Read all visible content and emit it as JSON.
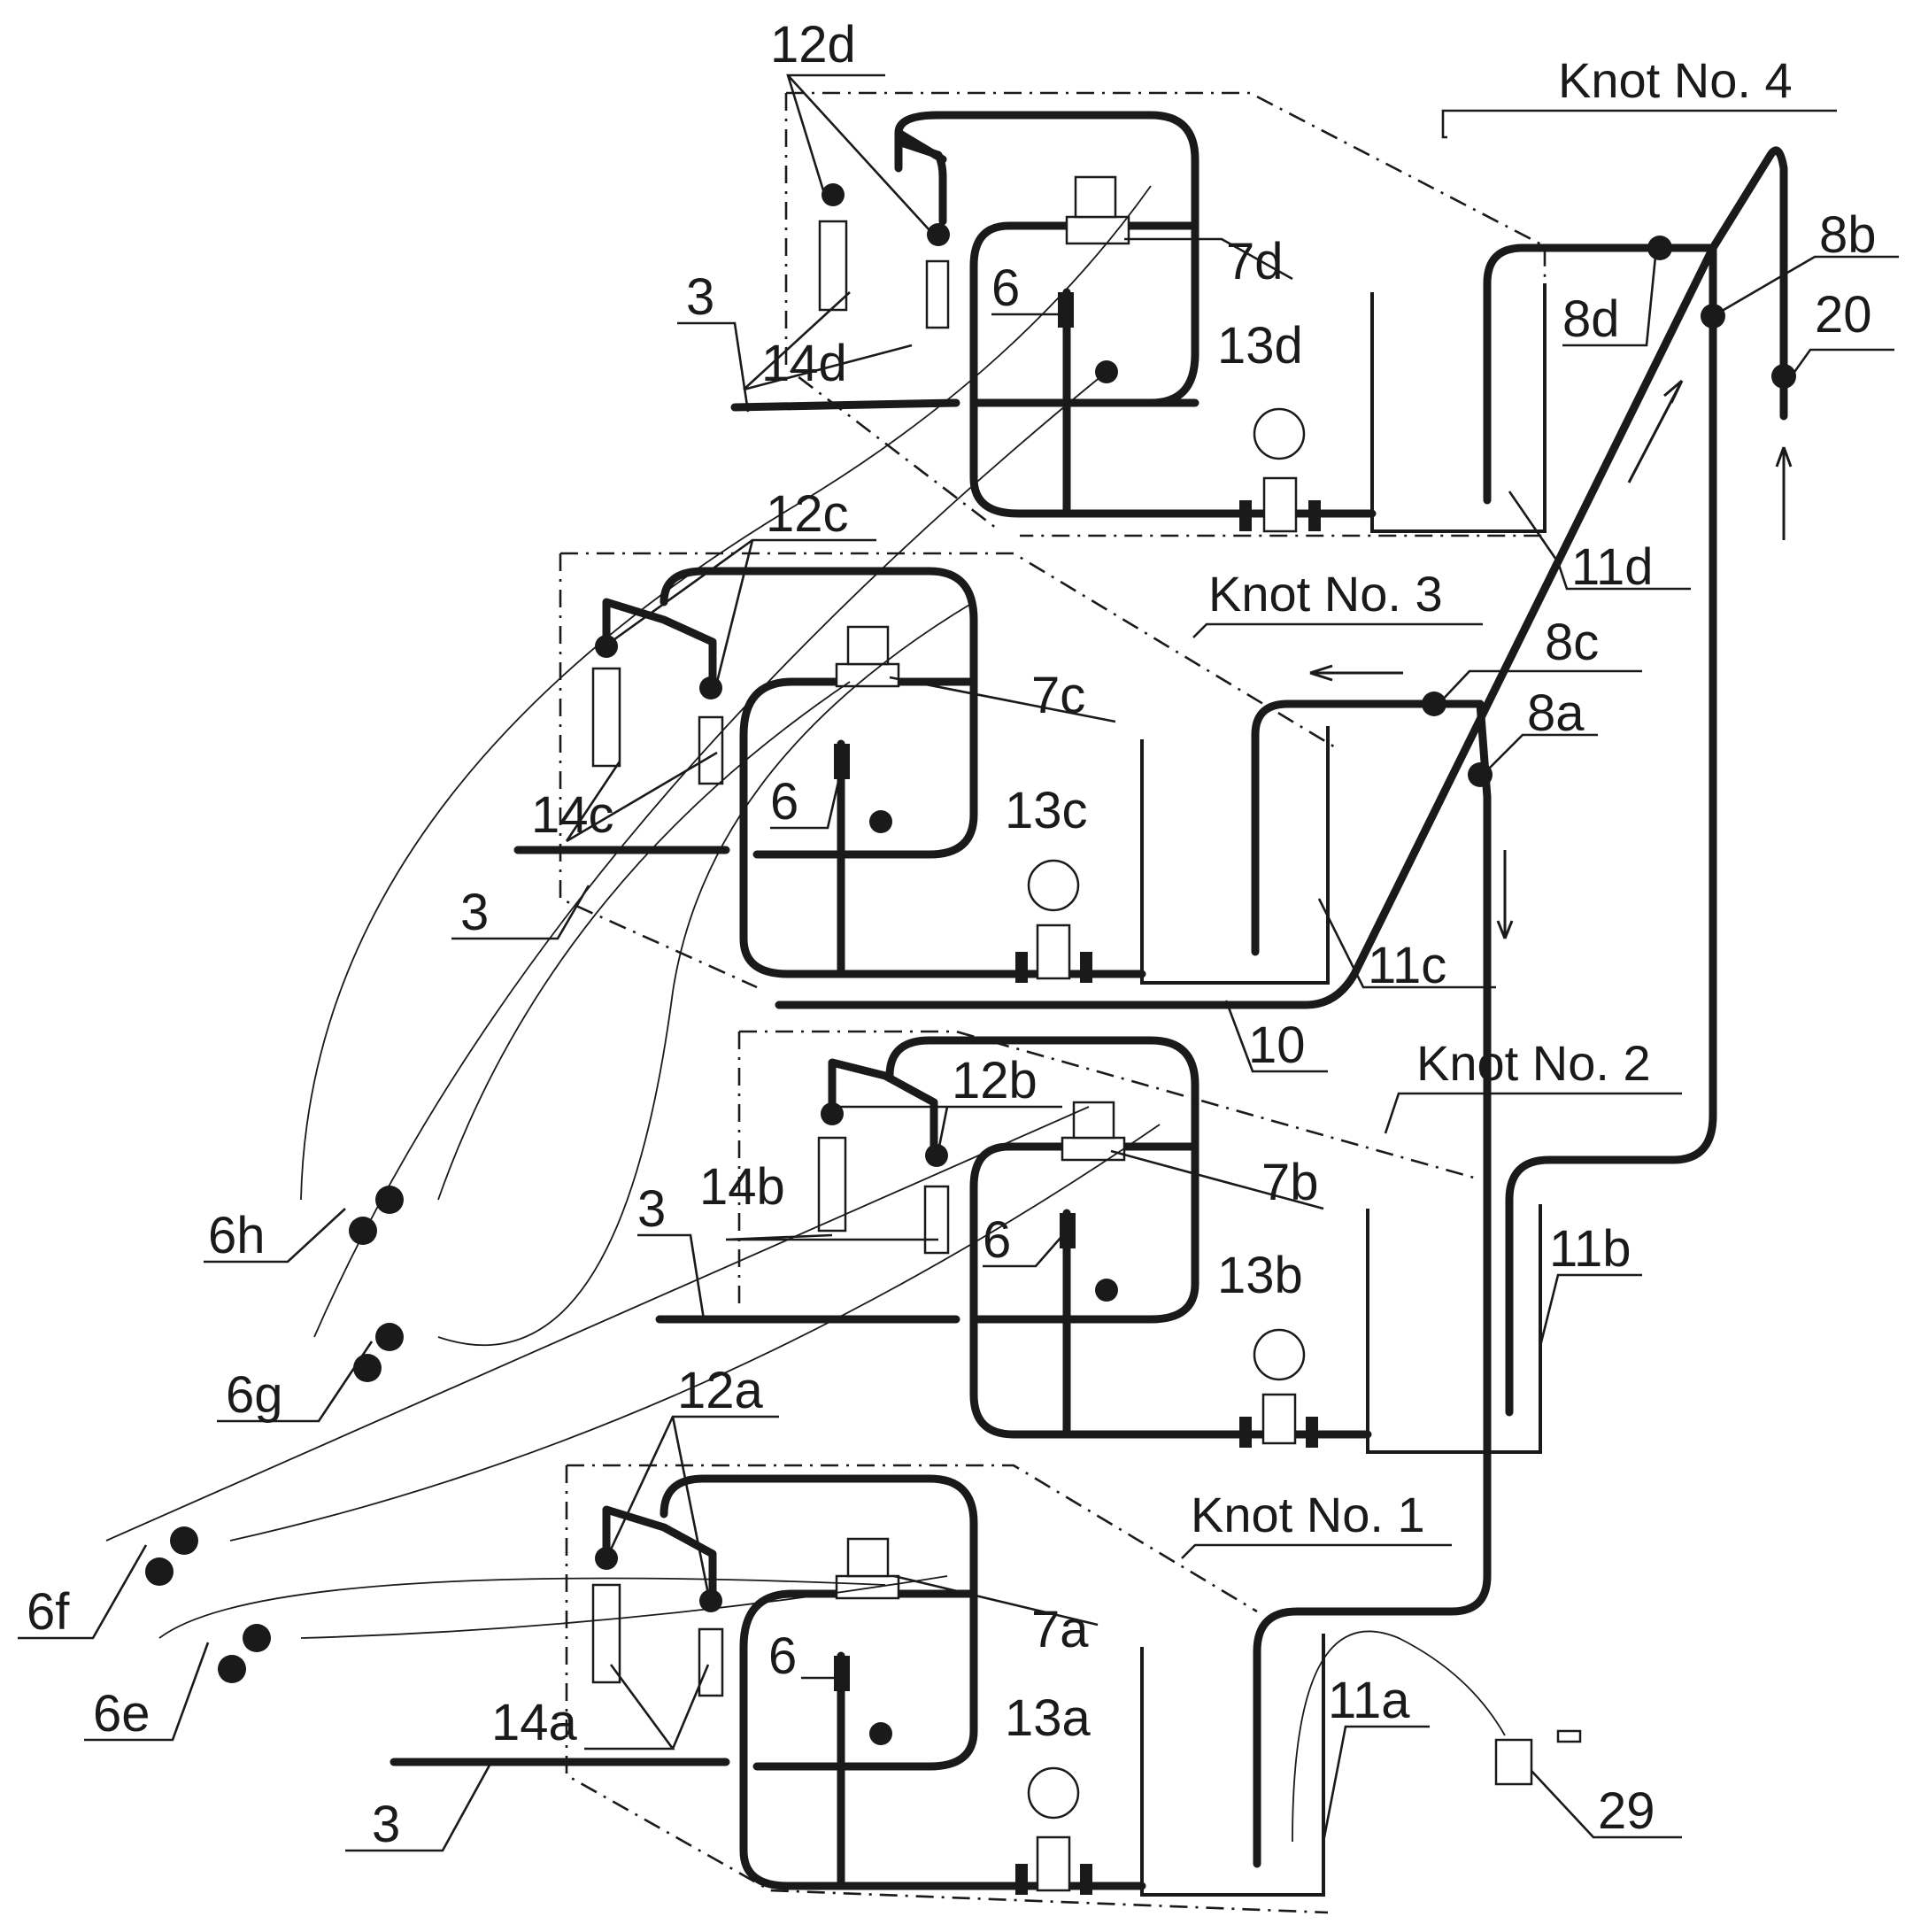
{
  "labels": {
    "knot1": "Knot No. 1",
    "knot2": "Knot No. 2",
    "knot3": "Knot No. 3",
    "knot4": "Knot No. 4",
    "l12a": "12a",
    "l12b": "12b",
    "l12c": "12c",
    "l12d": "12d",
    "l14a": "14a",
    "l14b": "14b",
    "l14c": "14c",
    "l14d": "14d",
    "l13a": "13a",
    "l13b": "13b",
    "l13c": "13c",
    "l13d": "13d",
    "l7a": "7a",
    "l7b": "7b",
    "l7c": "7c",
    "l7d": "7d",
    "l11a": "11a",
    "l11b": "11b",
    "l11c": "11c",
    "l11d": "11d",
    "l8a": "8a",
    "l8b": "8b",
    "l8c": "8c",
    "l8d": "8d",
    "l6": "6",
    "l6e": "6e",
    "l6f": "6f",
    "l6g": "6g",
    "l6h": "6h",
    "l3": "3",
    "l10": "10",
    "l20": "20",
    "l29": "29"
  },
  "colors": {
    "ink": "#1a1a1a",
    "paper": "#ffffff"
  }
}
